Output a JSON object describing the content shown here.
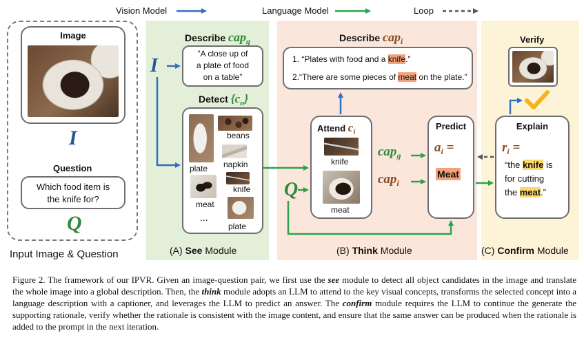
{
  "legend": {
    "vision_label": "Vision Model",
    "language_label": "Language Model",
    "loop_label": "Loop"
  },
  "input_panel": {
    "image_title": "Image",
    "image_symbol": "I",
    "question_title": "Question",
    "question_text_line1": "Which food item is",
    "question_text_line2": "the knife for?",
    "question_symbol": "Q",
    "panel_label": "Input Image & Question"
  },
  "see_module": {
    "describe_label": "Describe",
    "describe_symbol": "cap",
    "describe_sub": "g",
    "caption_line1": "“A close up of",
    "caption_line2": "a plate of food",
    "caption_line3": "on a table”",
    "detect_label": "Detect",
    "detect_symbol": "{c",
    "detect_sub": "n",
    "detect_close": "}",
    "objects": [
      "plate",
      "beans",
      "napkin",
      "knife",
      "meat",
      "plate"
    ],
    "ellipsis": "...",
    "input_symbol": "I",
    "module_prefix": "(A) ",
    "module_bold": "See",
    "module_suffix": " Module"
  },
  "think_module": {
    "describe_label": "Describe",
    "describe_symbol": "cap",
    "describe_sub": "i",
    "desc1_pre": "1. “Plates with food and a ",
    "desc1_hl": "knife",
    "desc1_post": ".”",
    "desc2_pre": "2.“There are some pieces of ",
    "desc2_hl": "meat",
    "desc2_post": " on the plate.”",
    "attend_label": "Attend",
    "attend_symbol": "c",
    "attend_sub": "i",
    "attend_obj1": "knife",
    "attend_obj2": "meat",
    "capg_symbol": "cap",
    "capg_sub": "g",
    "capi_symbol": "cap",
    "capi_sub": "i",
    "q_symbol": "Q",
    "predict_label": "Predict",
    "predict_symbol": "a",
    "predict_sub": "i",
    "predict_eq": " =",
    "answer": "Meat",
    "module_prefix": "(B) ",
    "module_bold": "Think",
    "module_suffix": " Module"
  },
  "confirm_module": {
    "verify_label": "Verify",
    "explain_label": "Explain",
    "rationale_symbol": "r",
    "rationale_sub": "i",
    "rationale_eq": " =",
    "r_line1_pre": "“the ",
    "r_line1_hl": "knife",
    "r_line1_post": " is",
    "r_line2": "for cutting",
    "r_line3_pre": "the ",
    "r_line3_hl": "meat",
    "r_line3_post": ".”",
    "module_prefix": "(C) ",
    "module_bold": "Confirm",
    "module_suffix": " Module"
  },
  "caption": {
    "p1": "Figure 2. The framework of our IPVR. Given an image-question pair, we first use the ",
    "see": "see",
    "p2": " module to detect all object candidates in the image and translate the whole image into a global description. Then, the ",
    "think": "think",
    "p3": " module adopts an LLM to attend to the key visual concepts, transforms the selected concept into a language description with a captioner, and leverages the LLM to predict an answer. The ",
    "confirm": "confirm",
    "p4": " module requires the LLM to continue the generate the supporting rationale, verify whether the rationale is consistent with the image content, and ensure that the same answer can be produced when the rationale is added to the prompt in the next iteration."
  },
  "colors": {
    "vision_arrow": "#2f6fc6",
    "language_arrow": "#2da24a",
    "loop_arrow": "#555555",
    "see_bg": "#e3efd9",
    "think_bg": "#fbe6dc",
    "confirm_bg": "#fdf3d6",
    "highlight_orange": "#f4a27a",
    "highlight_yellow": "#fbd96b",
    "check": "#f4b41a"
  }
}
